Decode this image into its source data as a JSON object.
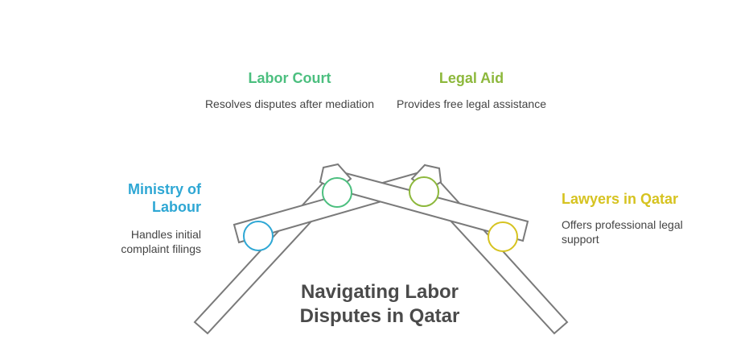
{
  "title": "Navigating Labor Disputes in Qatar",
  "nodes": [
    {
      "id": "ministry_of_labour",
      "title": "Ministry of Labour",
      "description": "Handles initial complaint filings",
      "color": "#2ea7d4"
    },
    {
      "id": "labor_court",
      "title": "Labor Court",
      "description": "Resolves disputes after mediation",
      "color": "#4cbf7f"
    },
    {
      "id": "legal_aid",
      "title": "Legal Aid",
      "description": "Provides free legal assistance",
      "color": "#8db83c"
    },
    {
      "id": "lawyers_in_qatar",
      "title": "Lawyers in Qatar",
      "description": "Offers professional legal support",
      "color": "#d6c320"
    }
  ],
  "colors": {
    "frame_stroke": "#7a7a7a",
    "title_text": "#4a4a4a",
    "description_text": "#444444",
    "background": "#ffffff"
  }
}
